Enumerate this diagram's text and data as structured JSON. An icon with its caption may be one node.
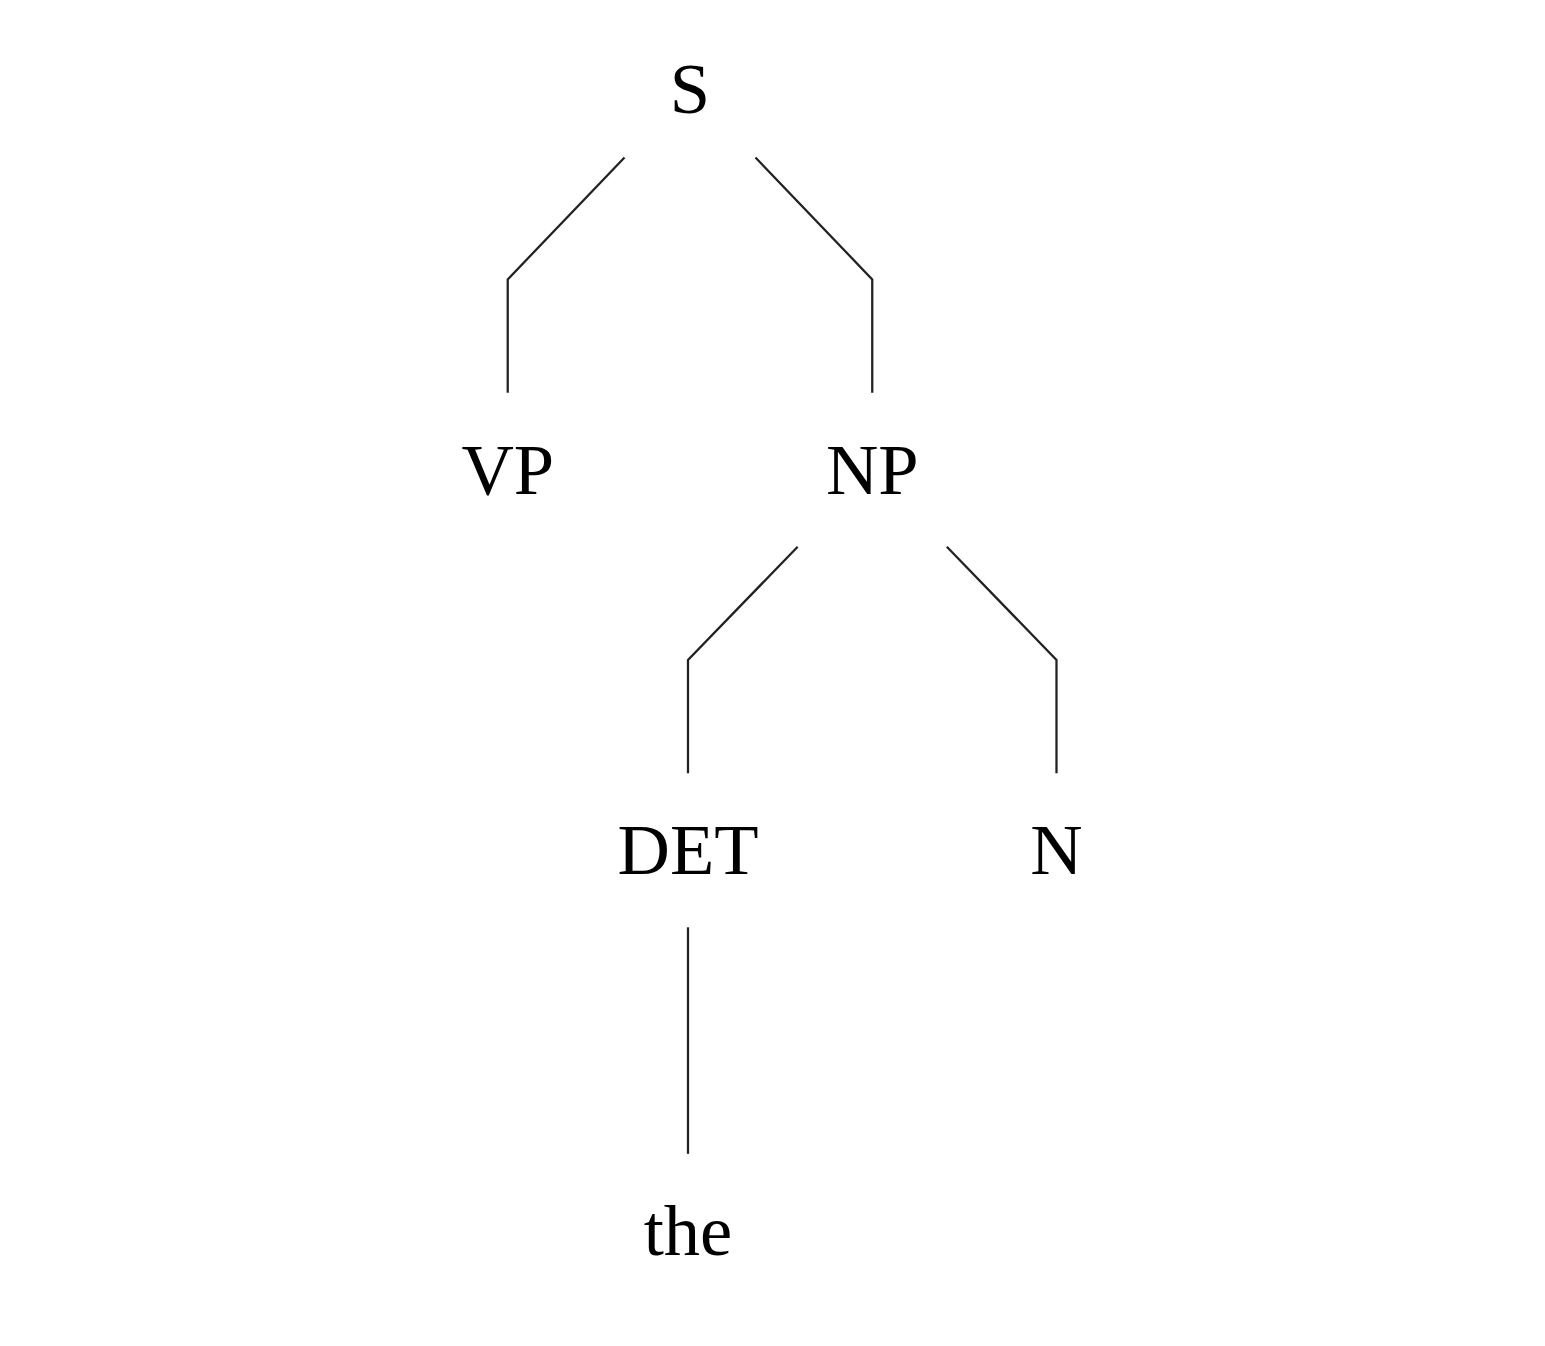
{
  "diagram": {
    "nodes": [
      {
        "text": [
          "S"
        ]
      },
      {
        "text": [
          "VP"
        ]
      },
      {
        "text": [
          "NP"
        ]
      },
      {
        "text": [
          "DET"
        ]
      },
      {
        "text": [
          "N"
        ]
      },
      {
        "text": [
          "the"
        ]
      }
    ],
    "edges": [
      {
        "from": 0,
        "to": 2,
        "arrow": "none"
      },
      {
        "from": 0,
        "to": 1,
        "arrow": "none"
      },
      {
        "from": 2,
        "to": 3,
        "arrow": "none"
      },
      {
        "from": 2,
        "to": 4,
        "arrow": "none"
      },
      {
        "from": 3,
        "to": 5,
        "arrow": "none"
      }
    ]
  }
}
